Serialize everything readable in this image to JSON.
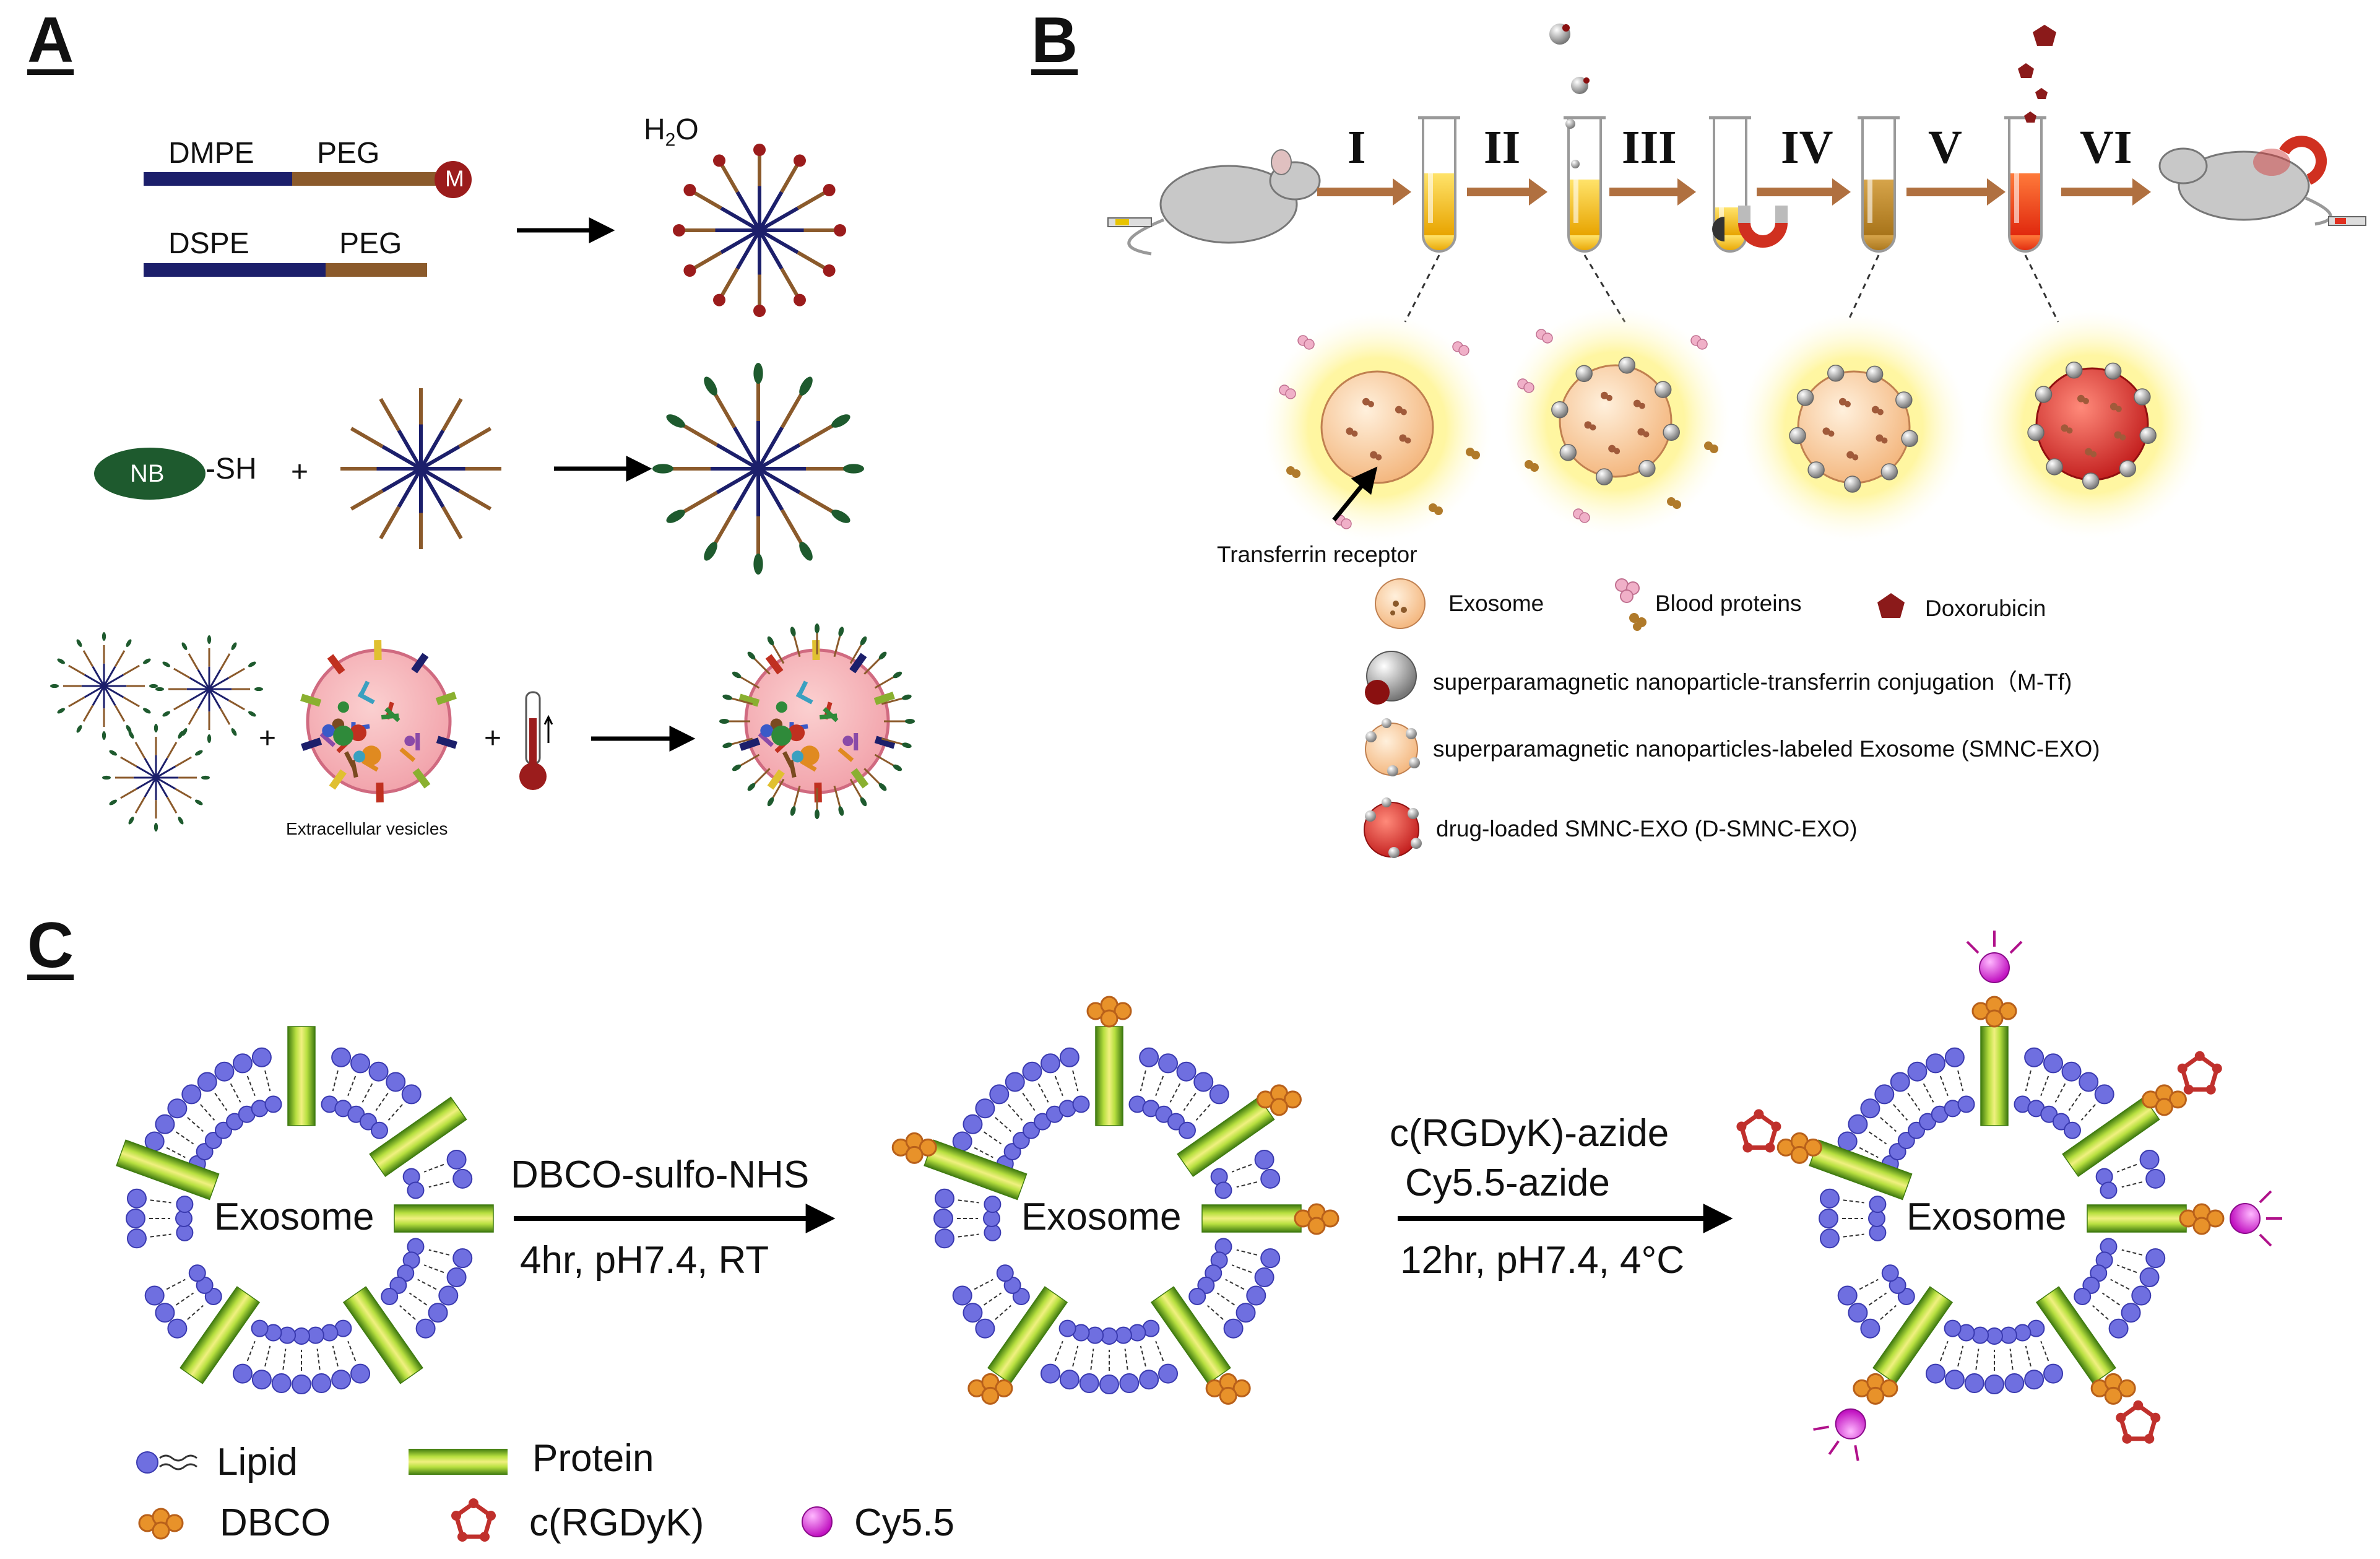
{
  "panels": {
    "a": {
      "letter": "A",
      "lipid1": {
        "left": "DMPE",
        "right": "PEG",
        "cap": "M"
      },
      "lipid2": {
        "left": "DSPE",
        "right": "PEG"
      },
      "water": "H",
      "water_sub": "2",
      "water_end": "O",
      "nb": "NB",
      "sh": "-SH",
      "plus": "+",
      "ev_label": "Extracellular vesicles"
    },
    "b": {
      "letter": "B",
      "steps": [
        "I",
        "II",
        "III",
        "IV",
        "V",
        "VI"
      ],
      "receptor_label": "Transferrin receptor",
      "legend": {
        "exosome": "Exosome",
        "blood_proteins": "Blood proteins",
        "doxorubicin": "Doxorubicin",
        "mtf": "superparamagnetic nanoparticle-transferrin conjugation（M-Tf)",
        "smnc": "superparamagnetic nanoparticles-labeled Exosome (SMNC-EXO)",
        "dsmnc": "drug-loaded SMNC-EXO (D-SMNC-EXO)"
      }
    },
    "c": {
      "letter": "C",
      "exosome": "Exosome",
      "step1_top": "DBCO-sulfo-NHS",
      "step1_bottom": "4hr, pH7.4, RT",
      "step2_top1": "c(RGDyK)-azide",
      "step2_top2": "Cy5.5-azide",
      "step2_bottom": "12hr, pH7.4, 4°C",
      "legend": {
        "lipid": "Lipid",
        "protein": "Protein",
        "dbco": "DBCO",
        "rgd": "c(RGDyK)",
        "cy": "Cy5.5"
      }
    }
  },
  "colors": {
    "navy": "#1c1f6b",
    "brown": "#8b5a2b",
    "maroon": "#9b1c1c",
    "nb_green": "#1e5a2e",
    "arrow_brown": "#b07040",
    "lipid_blue": "#6f6fe0",
    "protein_green": "#9ccc2a",
    "dbco_orange": "#e8922a",
    "rgd_red": "#c0302c",
    "cy_magenta": "#d01ec8",
    "glow": "#fff27a",
    "dox": "#8b1a1a"
  }
}
